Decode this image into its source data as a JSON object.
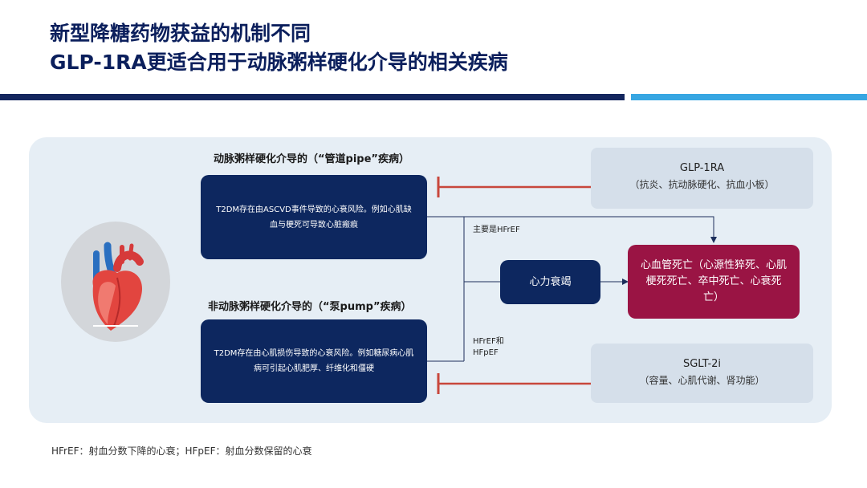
{
  "title": {
    "line1": "新型降糖药物获益的机制不同",
    "line2": "GLP-1RA更适合用于动脉粥样硬化介导的相关疾病"
  },
  "diagram": {
    "atherosclerotic_label": "动脉粥样硬化介导的（“管道pipe”疾病）",
    "atherosclerotic_box": "T2DM存在由ASCVD事件导致的心衰风险。例如心肌缺血与梗死可导致心脏瘢痕",
    "non_atherosclerotic_label": "非动脉粥样硬化介导的（“泵pump”疾病）",
    "non_atherosclerotic_box": "T2DM存在由心肌损伤导致的心衰风险。例如糖尿病心肌病可引起心肌肥厚、纤维化和僵硬",
    "glp1": {
      "name": "GLP-1RA",
      "effects": "（抗炎、抗动脉硬化、抗血小板）"
    },
    "sglt2": {
      "name": "SGLT-2i",
      "effects": "（容量、心肌代谢、肾功能）"
    },
    "heart_failure": "心力衰竭",
    "outcome": "心血管死亡（心源性猝死、心肌梗死死亡、卒中死亡、心衰死亡）",
    "hfref_label": "主要是HFrEF",
    "hfref_hfpef_label_1": "HFrEF和",
    "hfref_hfpef_label_2": "HFpEF"
  },
  "footnote": "HFrEF：射血分数下降的心衰；HFpEF：射血分数保留的心衰",
  "colors": {
    "navy": "#0d275f",
    "maroon": "#9a1444",
    "inhibit_red": "#c8473c",
    "panel": "#e6eef5",
    "accent_blue": "#37a6e2"
  }
}
